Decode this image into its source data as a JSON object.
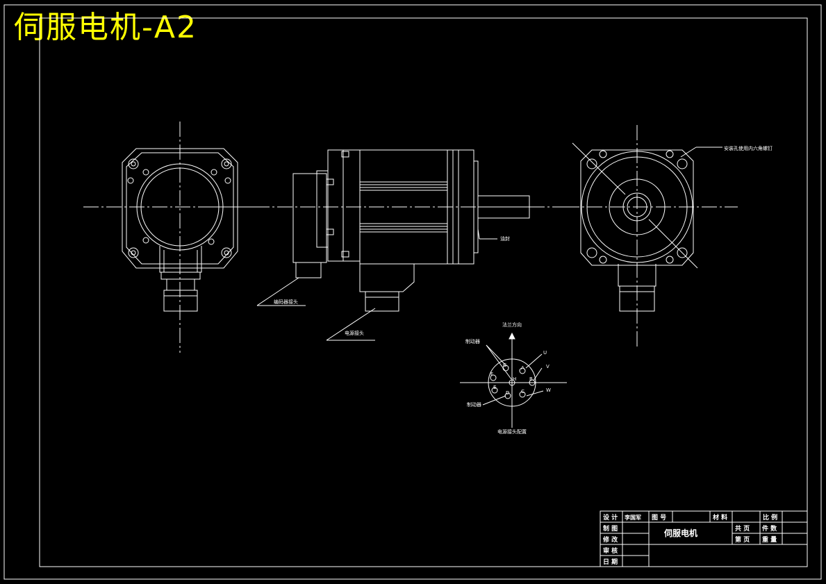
{
  "sheet_title": "伺服电机-A2",
  "annotations": {
    "encoder_connector": "编码器接头",
    "power_connector": "电源接头",
    "oil_seal": "油封",
    "hex_bolt_note": "安装孔使用内六角螺钉",
    "flange_direction": "法兰方向",
    "brake_top": "制动器",
    "brake_bottom": "制动器",
    "power_connector_layout": "电源接头配置",
    "pin_u": "U",
    "pin_v": "V",
    "pin_w": "W",
    "pin_g": "G",
    "pin_f": "F",
    "pin_e": "E",
    "pin_a": "A",
    "pin_b": "B",
    "pin_c": "C",
    "pin_d": "D",
    "pin_h": "H"
  },
  "title_block": {
    "design": "设 计",
    "designer": "李国军",
    "drawing_no": "图 号",
    "material": "材 料",
    "scale": "比 例",
    "drafting": "制 图",
    "modify": "修 改",
    "review": "审 核",
    "date": "日 期",
    "part_name": "伺服电机",
    "total_pages": "共   页",
    "page_no": "第   页",
    "pieces": "件 数",
    "weight": "重 量"
  }
}
